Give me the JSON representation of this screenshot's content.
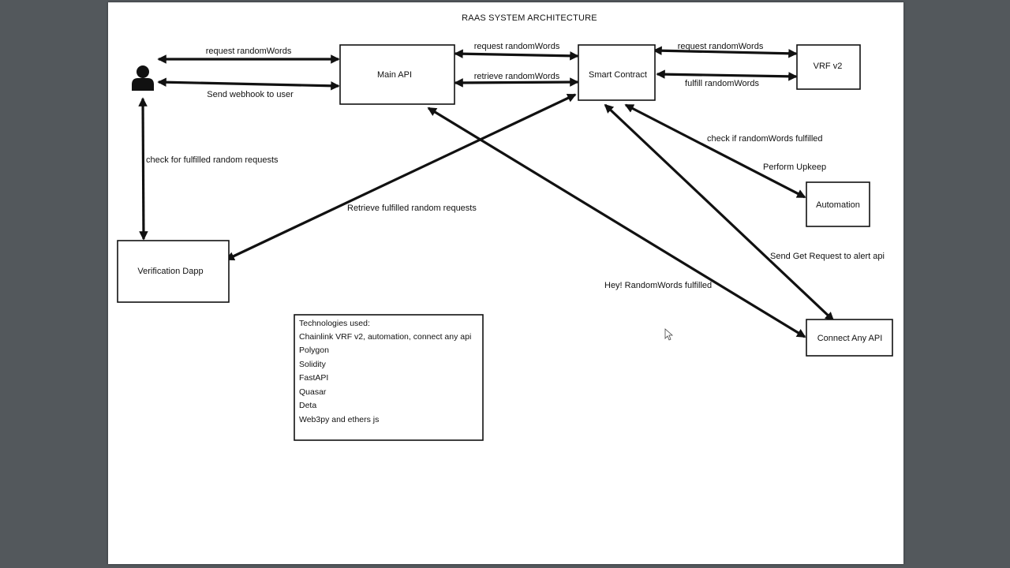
{
  "title": "RAAS SYSTEM ARCHITECTURE",
  "nodes": {
    "main_api": "Main API",
    "smart_contract": "Smart Contract",
    "vrf": "VRF v2",
    "automation": "Automation",
    "verification_dapp": "Verification Dapp",
    "connect_any_api": "Connect Any API",
    "user": "user-icon"
  },
  "edges": {
    "user_main_request": "request randomWords",
    "user_main_webhook": "Send webhook to user",
    "main_sc_request": "request randomWords",
    "main_sc_retrieve": "retrieve randomWords",
    "sc_vrf_request": "request randomWords",
    "sc_vrf_fulfill": "fulfill randomWords",
    "sc_auto_check": "check if randomWords fulfilled",
    "sc_auto_upkeep": "Perform Upkeep",
    "user_dapp_check": "check for fulfilled random requests",
    "sc_dapp_retrieve": "Retrieve fulfilled random requests",
    "sc_api_send": "Send Get Request to alert api",
    "main_api_hey": "Hey! RandomWords fulfilled"
  },
  "technologies": {
    "heading": "Technologies used:",
    "items": [
      "Chainlink VRF v2, automation, connect any api",
      "Polygon",
      "Solidity",
      "FastAPI",
      "Quasar",
      "Deta",
      "Web3py and ethers js"
    ]
  }
}
